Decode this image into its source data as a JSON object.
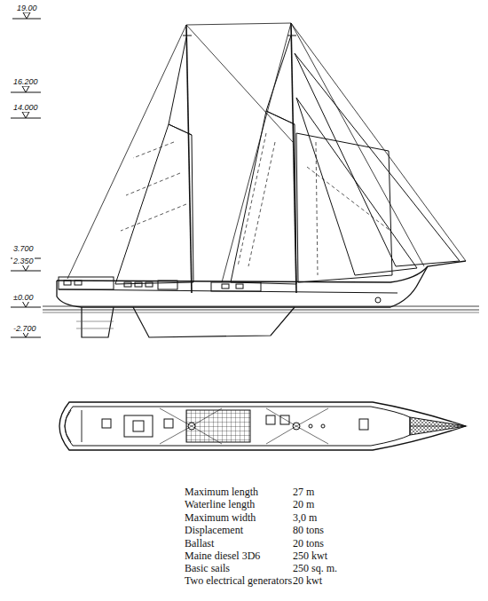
{
  "diagram": {
    "labels": [
      "19.00",
      "16.200",
      "14.000",
      "3.700",
      "2.350",
      "±0.00",
      "-2.700",
      "Maximum length",
      "27 m",
      "Waterline length",
      "20 m",
      "Maximum width",
      "3,0 m",
      "Displacement",
      "80 tons",
      "Ballast",
      "20 tons",
      "Maine diesel 3D6",
      "250 kwt",
      "Basic sails",
      "250 sq. m.",
      "Two electrical generators",
      "20 kwt"
    ]
  }
}
